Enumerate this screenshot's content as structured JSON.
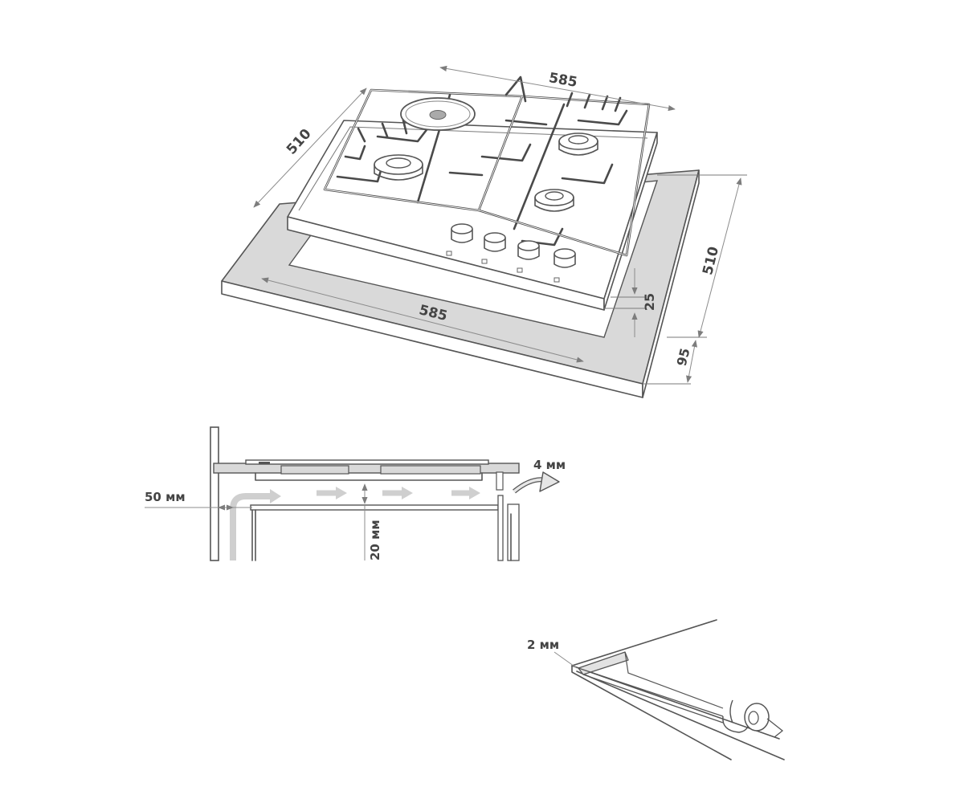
{
  "top_view": {
    "hob_width": "585",
    "hob_depth": "510",
    "cutout_width": "585",
    "cutout_depth": "510",
    "panel_thickness": "25",
    "gap_to_edge": "95"
  },
  "section_view": {
    "wall_gap": "50 мм",
    "air_gap": "20 мм",
    "side_gap": "4 мм"
  },
  "seal_view": {
    "seal_thickness": "2 мм"
  },
  "colors": {
    "line": "#555555",
    "gray_fill": "#d9d9d9",
    "arrow_fill": "#cfcfcf",
    "label": "#444444"
  }
}
